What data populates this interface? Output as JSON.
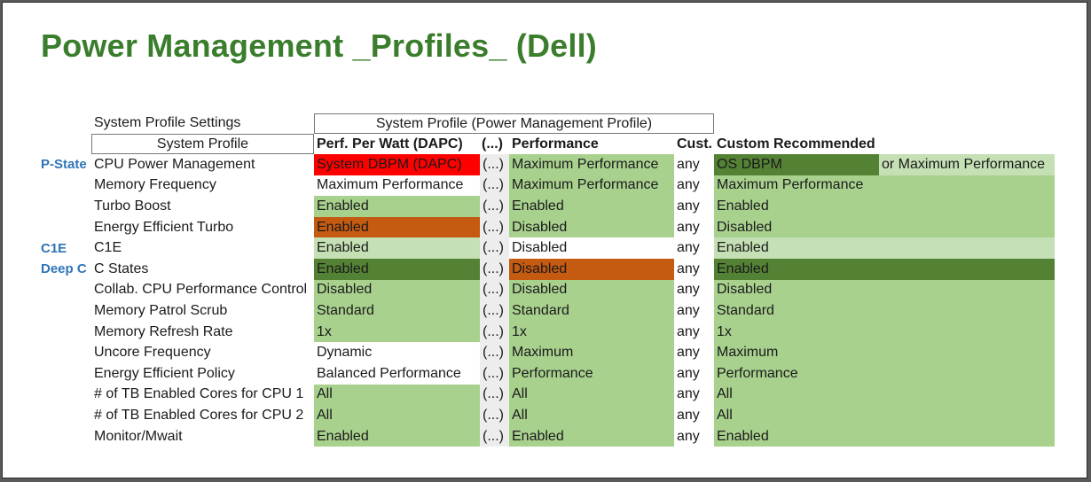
{
  "title": "Power Management _Profiles_ (Dell)",
  "header": {
    "settings_label": "System Profile Settings",
    "group_label": "System Profile (Power Management Profile)",
    "system_profile": "System Profile",
    "dapc": "Perf. Per Watt (DAPC)",
    "ellipsis": "(...)",
    "performance": "Performance",
    "cust": "Cust.",
    "custom_recommended": "Custom Recommended"
  },
  "colors": {
    "title": "#3a7d2c",
    "category": "#2e75b6",
    "light_green": "#a9d18e",
    "pale_green": "#c5e0b4",
    "dark_green": "#548235",
    "orange": "#c55a11",
    "red": "#ff0000"
  },
  "rows": [
    {
      "category": "P-State",
      "setting": "CPU Power Management",
      "dapc": "System DBPM (DAPC)",
      "ellipsis": "(...)",
      "performance": "Maximum Performance",
      "cust": "any",
      "custom": "OS DBPM",
      "note": "or Maximum Performance"
    },
    {
      "category": "",
      "setting": "Memory Frequency",
      "dapc": "Maximum Performance",
      "ellipsis": "(...)",
      "performance": "Maximum Performance",
      "cust": "any",
      "custom": "Maximum Performance",
      "note": ""
    },
    {
      "category": "",
      "setting": "Turbo Boost",
      "dapc": "Enabled",
      "ellipsis": "(...)",
      "performance": "Enabled",
      "cust": "any",
      "custom": "Enabled",
      "note": ""
    },
    {
      "category": "",
      "setting": "Energy Efficient Turbo",
      "dapc": "Enabled",
      "ellipsis": "(...)",
      "performance": "Disabled",
      "cust": "any",
      "custom": "Disabled",
      "note": ""
    },
    {
      "category": "C1E",
      "setting": "C1E",
      "dapc": "Enabled",
      "ellipsis": "(...)",
      "performance": "Disabled",
      "cust": "any",
      "custom": "Enabled",
      "note": ""
    },
    {
      "category": "Deep C",
      "setting": "C States",
      "dapc": "Enabled",
      "ellipsis": "(...)",
      "performance": "Disabled",
      "cust": "any",
      "custom": "Enabled",
      "note": ""
    },
    {
      "category": "",
      "setting": "Collab. CPU Performance Control",
      "dapc": "Disabled",
      "ellipsis": "(...)",
      "performance": "Disabled",
      "cust": "any",
      "custom": "Disabled",
      "note": ""
    },
    {
      "category": "",
      "setting": "Memory Patrol Scrub",
      "dapc": "Standard",
      "ellipsis": "(...)",
      "performance": "Standard",
      "cust": "any",
      "custom": "Standard",
      "note": ""
    },
    {
      "category": "",
      "setting": "Memory Refresh Rate",
      "dapc": "1x",
      "ellipsis": "(...)",
      "performance": "1x",
      "cust": "any",
      "custom": "1x",
      "note": ""
    },
    {
      "category": "",
      "setting": "Uncore Frequency",
      "dapc": "Dynamic",
      "ellipsis": "(...)",
      "performance": "Maximum",
      "cust": "any",
      "custom": "Maximum",
      "note": ""
    },
    {
      "category": "",
      "setting": "Energy Efficient Policy",
      "dapc": "Balanced Performance",
      "ellipsis": "(...)",
      "performance": "Performance",
      "cust": "any",
      "custom": "Performance",
      "note": ""
    },
    {
      "category": "",
      "setting": "# of TB Enabled Cores for CPU 1",
      "dapc": "All",
      "ellipsis": "(...)",
      "performance": "All",
      "cust": "any",
      "custom": "All",
      "note": ""
    },
    {
      "category": "",
      "setting": "# of TB Enabled Cores for CPU 2",
      "dapc": "All",
      "ellipsis": "(...)",
      "performance": "All",
      "cust": "any",
      "custom": "All",
      "note": ""
    },
    {
      "category": "",
      "setting": "Monitor/Mwait",
      "dapc": "Enabled",
      "ellipsis": "(...)",
      "performance": "Enabled",
      "cust": "any",
      "custom": "Enabled",
      "note": ""
    }
  ]
}
